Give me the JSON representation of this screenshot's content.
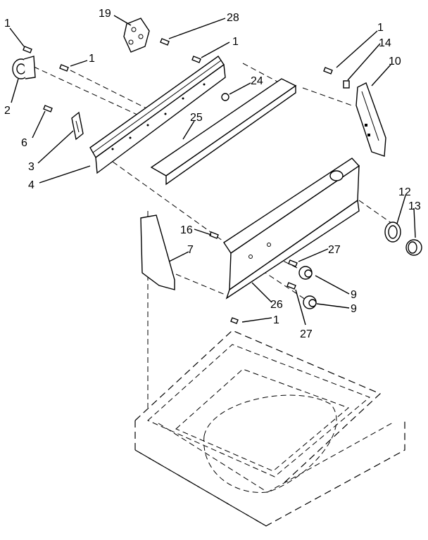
{
  "callouts": {
    "c1a": "1",
    "c2": "2",
    "c1b": "1",
    "c19": "19",
    "c28": "28",
    "c1c": "1",
    "c1d": "1",
    "c14": "14",
    "c10": "10",
    "c24": "24",
    "c6": "6",
    "c25": "25",
    "c3": "3",
    "c4": "4",
    "c12": "12",
    "c13": "13",
    "c16": "16",
    "c7": "7",
    "c27a": "27",
    "c9a": "9",
    "c26": "26",
    "c9b": "9",
    "c27b": "27",
    "c1e": "1"
  }
}
